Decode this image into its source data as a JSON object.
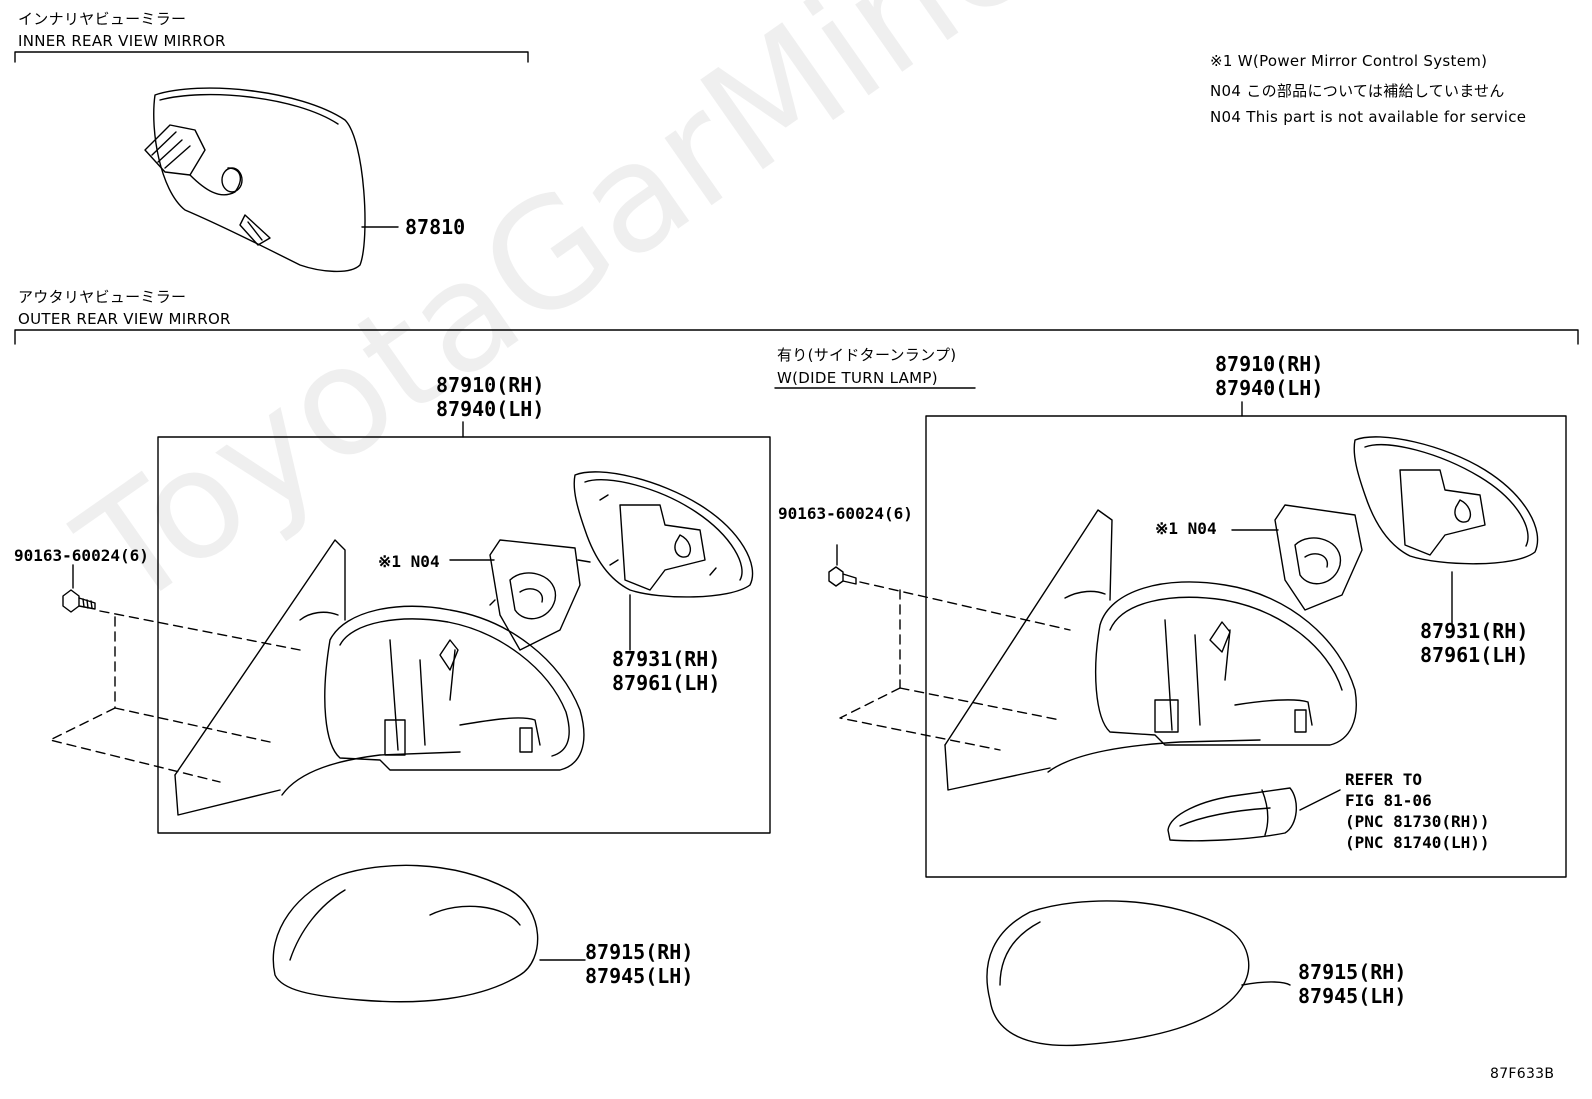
{
  "inner": {
    "title_jp": "インナリヤビューミラー",
    "title_en": "INNER REAR VIEW MIRROR",
    "part": "87810"
  },
  "outer": {
    "title_jp": "アウタリヤビューミラー",
    "title_en": "OUTER REAR VIEW MIRROR"
  },
  "notes": {
    "note1": "※1 W(Power Mirror Control System)",
    "n04_jp": "N04 この部品については補給していません",
    "n04_en": "N04 This part is not available for service"
  },
  "variant": {
    "label_jp": "有り(サイドターンランプ)",
    "label_en": "W(DIDE TURN LAMP)"
  },
  "left": {
    "assy_rh": "87910(RH)",
    "assy_lh": "87940(LH)",
    "screw": "90163-60024(6)",
    "actuator": "※1 N04",
    "glass_rh": "87931(RH)",
    "glass_lh": "87961(LH)",
    "cover_rh": "87915(RH)",
    "cover_lh": "87945(LH)"
  },
  "right": {
    "assy_rh": "87910(RH)",
    "assy_lh": "87940(LH)",
    "screw": "90163-60024(6)",
    "actuator": "※1 N04",
    "glass_rh": "87931(RH)",
    "glass_lh": "87961(LH)",
    "refer_1": "REFER TO",
    "refer_2": "FIG 81-06",
    "refer_3": "(PNC 81730(RH))",
    "refer_4": "(PNC 81740(LH))",
    "cover_rh": "87915(RH)",
    "cover_lh": "87945(LH)"
  },
  "figure_code": "87F633B",
  "watermark": "ToyotaGarMine.ru"
}
